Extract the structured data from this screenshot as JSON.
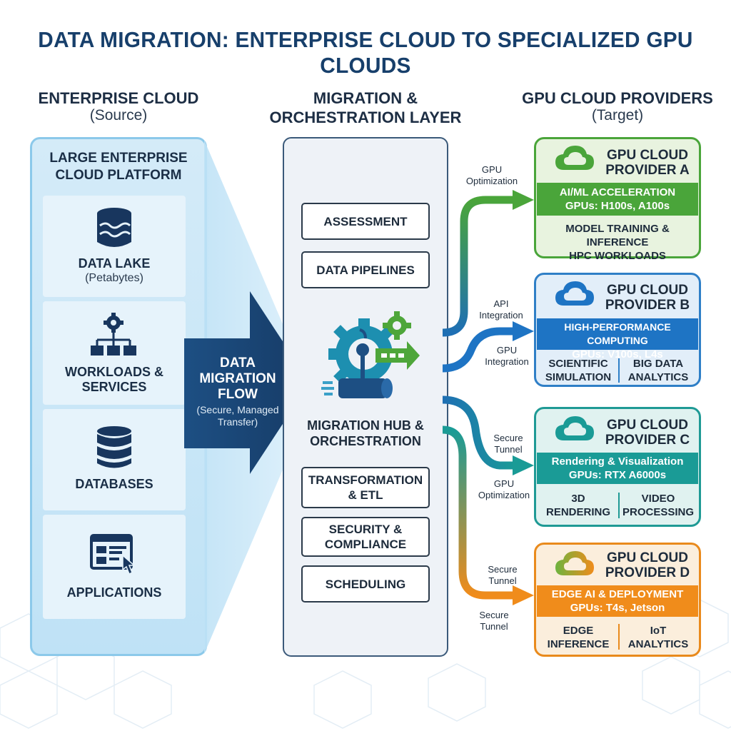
{
  "title": "DATA MIGRATION: ENTERPRISE CLOUD TO SPECIALIZED GPU CLOUDS",
  "source": {
    "heading": "ENTERPRISE CLOUD",
    "sub": "(Source)",
    "platform": [
      "LARGE ENTERPRISE",
      "CLOUD PLATFORM"
    ],
    "items": [
      {
        "label": "DATA LAKE",
        "sub": "(Petabytes)",
        "icon": "data-lake-icon"
      },
      {
        "label": [
          "WORKLOADS &",
          "SERVICES"
        ],
        "icon": "workflow-icon"
      },
      {
        "label": "DATABASES",
        "icon": "database-icon"
      },
      {
        "label": "APPLICATIONS",
        "icon": "application-icon"
      }
    ]
  },
  "flow": {
    "label": [
      "DATA",
      "MIGRATION",
      "FLOW"
    ],
    "sub": [
      "(Secure, Managed",
      "Transfer)"
    ]
  },
  "middle": {
    "heading": [
      "MIGRATION &",
      "ORCHESTRATION LAYER"
    ],
    "boxes": [
      {
        "label": "ASSESSMENT"
      },
      {
        "label": "DATA PIPELINES"
      },
      {
        "label": [
          "TRANSFORMATION",
          "& ETL"
        ]
      },
      {
        "label": [
          "SECURITY &",
          "COMPLIANCE"
        ]
      },
      {
        "label": "SCHEDULING"
      }
    ],
    "hub": [
      "MIGRATION HUB &",
      "ORCHESTRATION"
    ]
  },
  "connectors": [
    [
      "GPU",
      "Optimization"
    ],
    [
      "API",
      "Integration"
    ],
    [
      "GPU",
      "Integration"
    ],
    [
      "Secure",
      "Tunnel"
    ],
    [
      "GPU",
      "Optimization"
    ],
    [
      "Secure",
      "Tunnel"
    ],
    [
      "Secure",
      "Tunnel"
    ]
  ],
  "target": {
    "heading": "GPU CLOUD PROVIDERS",
    "sub": "(Target)",
    "providers": [
      {
        "name": [
          "GPU CLOUD",
          "PROVIDER A"
        ],
        "band": [
          "AI/ML ACCELERATION",
          "GPUs: H100s, A100s"
        ],
        "foot": [
          [
            "MODEL TRAINING & INFERENCE",
            "HPC WORKLOADS"
          ]
        ],
        "color": "#4aa53a",
        "band_color": "#4aa53a",
        "bg": "#e8f3df"
      },
      {
        "name": [
          "GPU CLOUD",
          "PROVIDER B"
        ],
        "band": [
          "HIGH-PERFORMANCE COMPUTING",
          "GPUs: V100s, L4s"
        ],
        "foot": [
          [
            "SCIENTIFIC",
            "SIMULATION"
          ],
          [
            "BIG DATA",
            "ANALYTICS"
          ]
        ],
        "color": "#2f7fc7",
        "band_color": "#1e74c4",
        "bg": "#e2eef9"
      },
      {
        "name": [
          "GPU CLOUD",
          "PROVIDER C"
        ],
        "band": [
          "Rendering & Visualization",
          "GPUs: RTX A6000s"
        ],
        "foot": [
          [
            "3D",
            "RENDERING"
          ],
          [
            "VIDEO",
            "PROCESSING"
          ]
        ],
        "color": "#1f9a95",
        "band_color": "#1a9b96",
        "bg": "#e0f2f0"
      },
      {
        "name": [
          "GPU CLOUD",
          "PROVIDER D"
        ],
        "band": [
          "EDGE AI & DEPLOYMENT",
          "GPUs: T4s, Jetson"
        ],
        "foot": [
          [
            "EDGE",
            "INFERENCE"
          ],
          [
            "IoT",
            "ANALYTICS"
          ]
        ],
        "color": "#e98a1c",
        "band_color": "#f08c1b",
        "bg": "#fbeedc"
      }
    ]
  },
  "colors": {
    "navy": "#1b3f6c",
    "green": "#4aa53a",
    "blue": "#1e74c4",
    "teal": "#1a9b96",
    "orange": "#f08c1b"
  }
}
